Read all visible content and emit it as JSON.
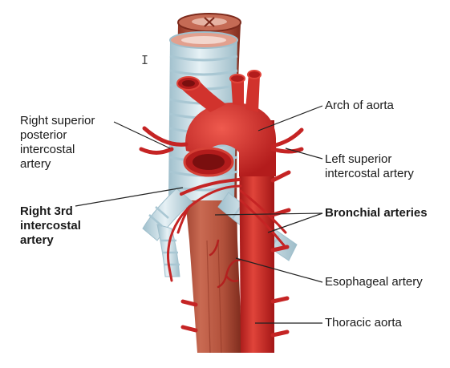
{
  "labels": {
    "right_superior_posterior": [
      "Right superior",
      "posterior",
      "intercostal",
      "artery"
    ],
    "right_3rd": [
      "Right 3rd",
      "intercostal",
      "artery"
    ],
    "arch_of_aorta": "Arch of aorta",
    "left_superior": [
      "Left superior",
      "intercostal artery"
    ],
    "bronchial": "Bronchial arteries",
    "esophageal": "Esophageal artery",
    "thoracic": "Thoracic aorta"
  },
  "colors": {
    "artery": "#d42b2b",
    "artery_dark": "#9e1414",
    "artery_light": "#ec6a5f",
    "esophagus": "#b0503c",
    "esophagus_light": "#d07a62",
    "trachea": "#cfe3ea",
    "trachea_ring": "#a9c7d3",
    "leader": "#222222"
  },
  "cursor_icon": "text-cursor-icon"
}
